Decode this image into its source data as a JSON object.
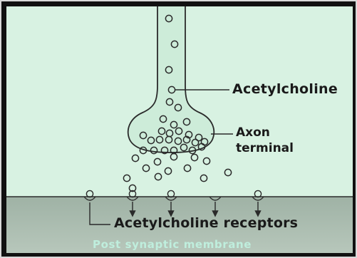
{
  "diagram": {
    "labels": {
      "neurotransmitter": "Acetylcholine",
      "terminal_line1": "Axon",
      "terminal_line2": "terminal",
      "receptors": "Acetylcholine receptors",
      "membrane": "Post synaptic membrane"
    },
    "colors": {
      "background": "#d8f2e2",
      "axon_fill": "#cdecd9",
      "membrane_fill": "#a6b8ac",
      "outline": "#2a2a2a",
      "border": "#1a1a1a",
      "membrane_text": "#bfeedd"
    }
  }
}
